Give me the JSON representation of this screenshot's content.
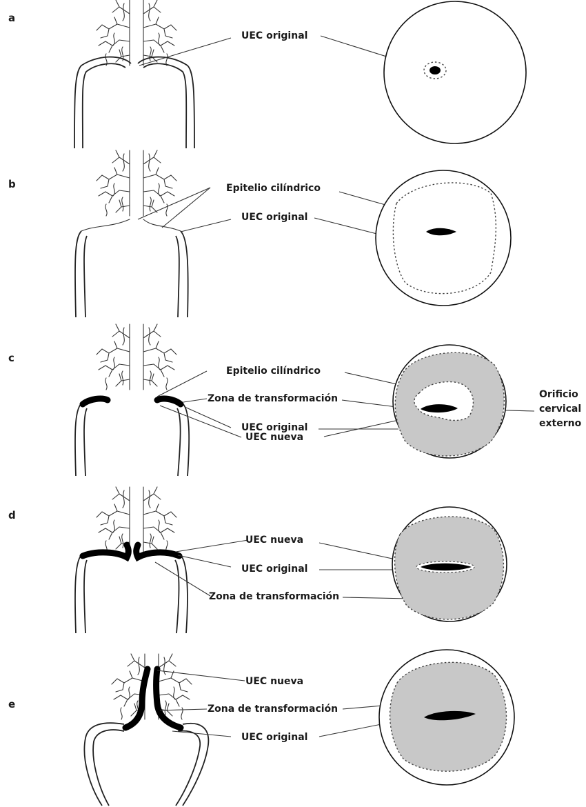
{
  "panels": [
    {
      "letter": "a",
      "labels": [
        "UEC original"
      ],
      "stage": "original-squamocolumnar-junction"
    },
    {
      "letter": "b",
      "labels": [
        "Epitelio cilíndrico",
        "UEC original"
      ],
      "stage": "columnar-ectropion"
    },
    {
      "letter": "c",
      "labels": [
        "Epitelio cilíndrico",
        "Zona de transformación",
        "UEC original",
        "UEC nueva"
      ],
      "side_label": [
        "Orificio",
        "cervical",
        "externo"
      ],
      "stage": "early-metaplasia"
    },
    {
      "letter": "d",
      "labels": [
        "UEC nueva",
        "UEC original",
        "Zona de transformación"
      ],
      "stage": "advanced-metaplasia"
    },
    {
      "letter": "e",
      "labels": [
        "UEC nueva",
        "Zona de transformación",
        "UEC original"
      ],
      "stage": "postmenopausal-retraction"
    }
  ],
  "colors": {
    "transformation_zone": "#c8c8c8",
    "new_epithelium": "#000000",
    "outline": "#222222"
  }
}
